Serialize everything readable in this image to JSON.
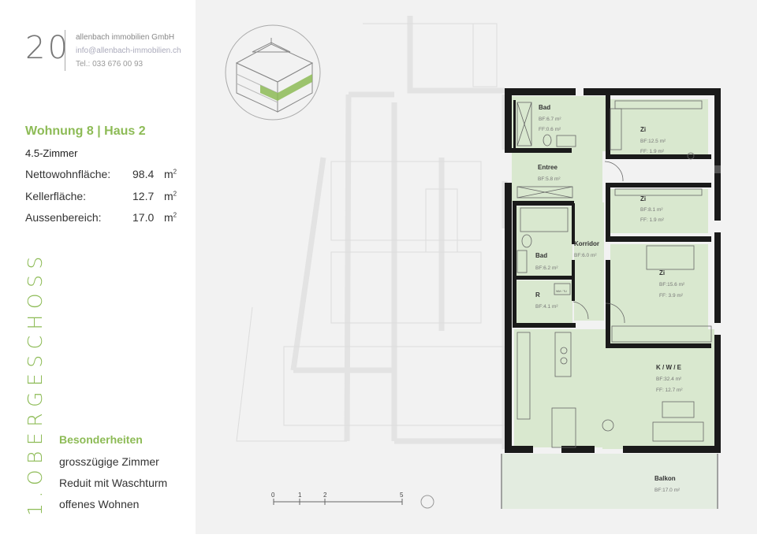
{
  "header": {
    "number": "20",
    "company": "allenbach immobilien GmbH",
    "email": "info@allenbach-immobilien.ch",
    "phone": "Tel.: 033 676 00 93"
  },
  "apartment": {
    "title": "Wohnung 8 | Haus 2",
    "rooms": "4.5-Zimmer",
    "areas": [
      {
        "label": "Nettowohnfläche:",
        "value": "98.4",
        "unit": "m",
        "sup": "2"
      },
      {
        "label": "Kellerfläche:",
        "value": "12.7",
        "unit": "m",
        "sup": "2"
      },
      {
        "label": "Aussenbereich:",
        "value": "17.0",
        "unit": "m",
        "sup": "2"
      }
    ]
  },
  "floor_label": "1.OBERGESCHOSS",
  "features": {
    "heading": "Besonderheiten",
    "items": [
      "grosszügige Zimmer",
      "Reduit mit Waschturm",
      "offenes Wohnen"
    ]
  },
  "plan": {
    "rooms": [
      {
        "id": "bad1",
        "name": "Bad",
        "lines": [
          "BF:6.7 m²",
          "FF:0.6 m²"
        ]
      },
      {
        "id": "zi1",
        "name": "Zi",
        "lines": [
          "BF:12.5 m²",
          "FF:  1.9 m²"
        ]
      },
      {
        "id": "entree",
        "name": "Entree",
        "lines": [
          "BF:5.8 m²"
        ]
      },
      {
        "id": "zi2",
        "name": "Zi",
        "lines": [
          "BF:8.1 m²",
          "FF:  1.9 m²"
        ]
      },
      {
        "id": "korridor",
        "name": "Korridor",
        "lines": [
          "BF:6.0 m²"
        ]
      },
      {
        "id": "bad2",
        "name": "Bad",
        "lines": [
          "BF:6.2 m²"
        ]
      },
      {
        "id": "zi3",
        "name": "Zi",
        "lines": [
          "BF:15.6 m²",
          "FF:  3.9 m²"
        ]
      },
      {
        "id": "reduit",
        "name": "R",
        "lines": [
          "BF:4.1 m²"
        ]
      },
      {
        "id": "kwe",
        "name": "K / W / E",
        "lines": [
          "BF:32.4 m²",
          "FF: 12.7 m²"
        ]
      },
      {
        "id": "balkon",
        "name": "Balkon",
        "lines": [
          "BF:17.0 m²"
        ]
      }
    ],
    "wm_label": "WM / TU",
    "scale_labels": [
      "0",
      "1",
      "2",
      "5"
    ]
  },
  "colors": {
    "accent": "#8dbb56",
    "room_fill": "#d9e8cf",
    "balcony_fill": "#e3ece0",
    "wall": "#1a1a1a",
    "background_plan": "#f2f2f2"
  }
}
